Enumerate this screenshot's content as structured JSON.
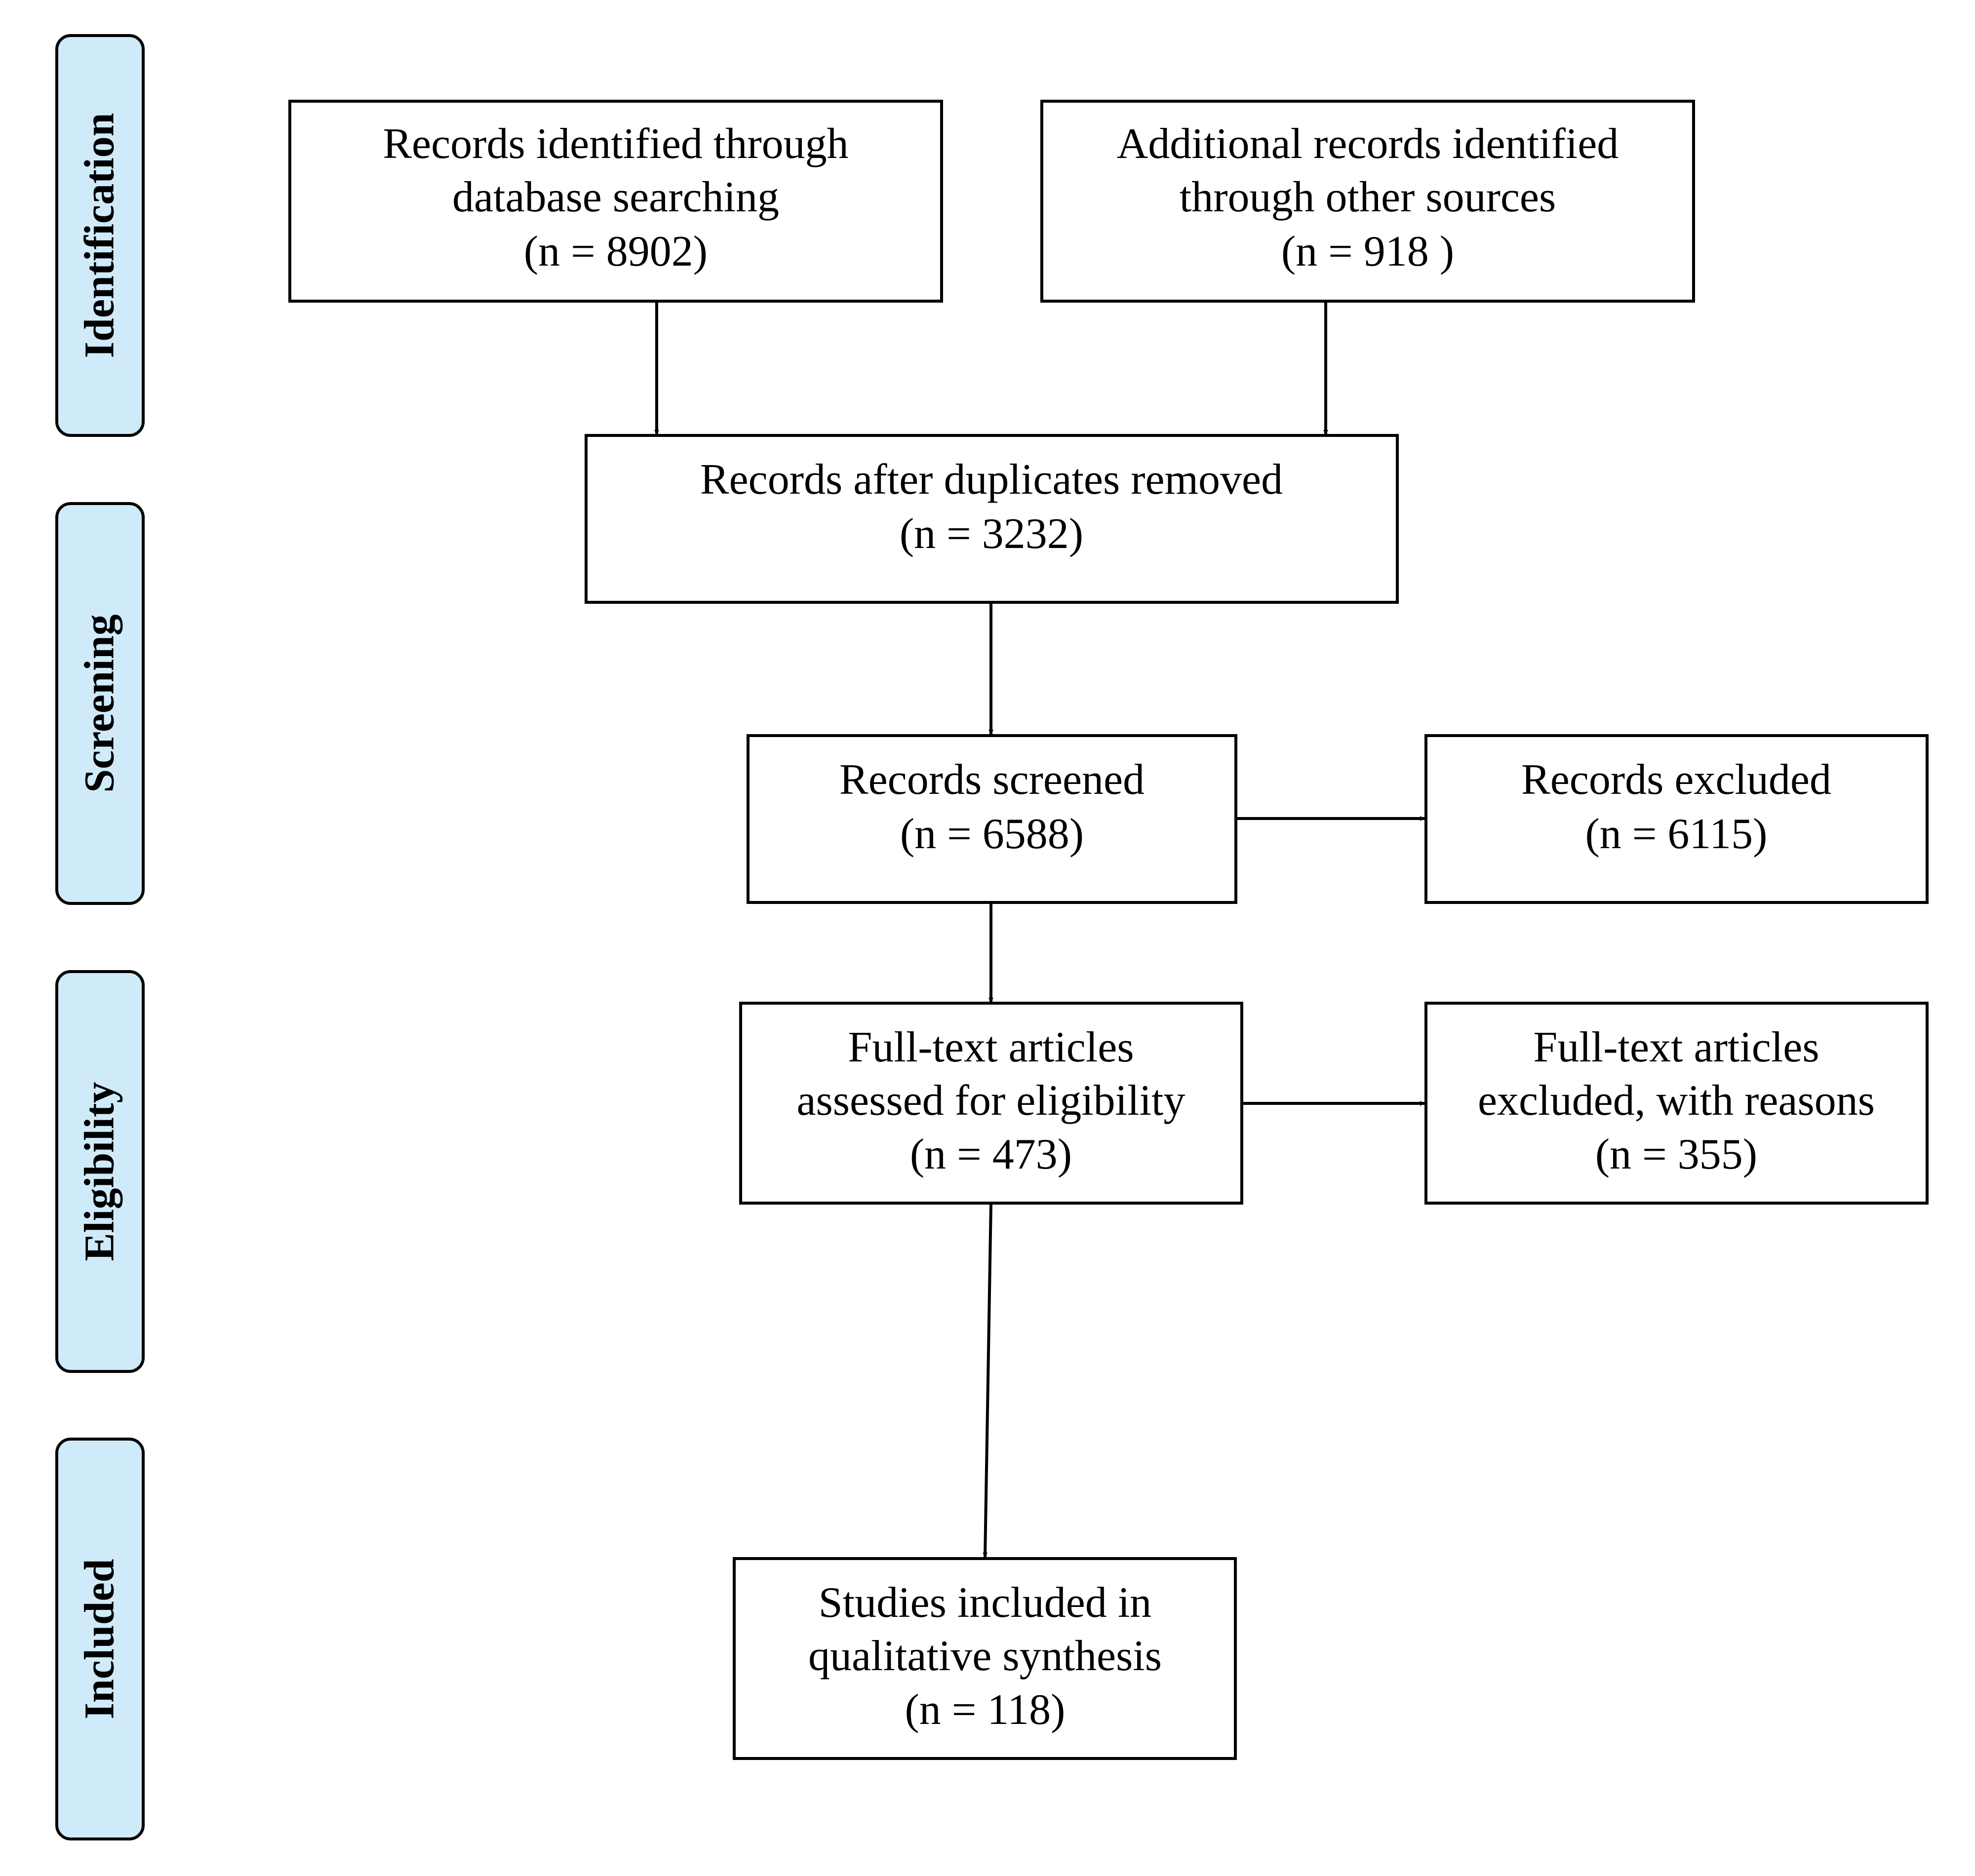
{
  "phases": [
    {
      "id": "identification",
      "label": "Identification"
    },
    {
      "id": "screening",
      "label": "Screening"
    },
    {
      "id": "eligibility",
      "label": "Eligibility"
    },
    {
      "id": "included",
      "label": "Included"
    }
  ],
  "boxes": {
    "database": {
      "lines": [
        "Records identified through",
        "database searching",
        "(n = 8902)"
      ]
    },
    "other": {
      "lines": [
        "Additional records identified",
        "through other sources",
        "(n = 918 )"
      ]
    },
    "duplicates": {
      "lines": [
        "Records after duplicates removed",
        "(n = 3232)"
      ]
    },
    "screened": {
      "lines": [
        "Records screened",
        "(n = 6588)"
      ]
    },
    "excluded": {
      "lines": [
        "Records excluded",
        "(n = 6115)"
      ]
    },
    "fulltext": {
      "lines": [
        "Full-text articles",
        "assessed for eligibility",
        "(n = 473)"
      ]
    },
    "fulltext_excluded": {
      "lines": [
        "Full-text articles",
        "excluded, with reasons",
        "(n = 355)"
      ]
    },
    "included": {
      "lines": [
        "Studies included in",
        "qualitative synthesis",
        "(n = 118)"
      ]
    }
  },
  "arrows": [
    {
      "from": "database",
      "to": "duplicates"
    },
    {
      "from": "other",
      "to": "duplicates"
    },
    {
      "from": "duplicates",
      "to": "screened"
    },
    {
      "from": "screened",
      "to": "excluded"
    },
    {
      "from": "screened",
      "to": "fulltext"
    },
    {
      "from": "fulltext",
      "to": "fulltext_excluded"
    },
    {
      "from": "fulltext",
      "to": "included"
    }
  ]
}
